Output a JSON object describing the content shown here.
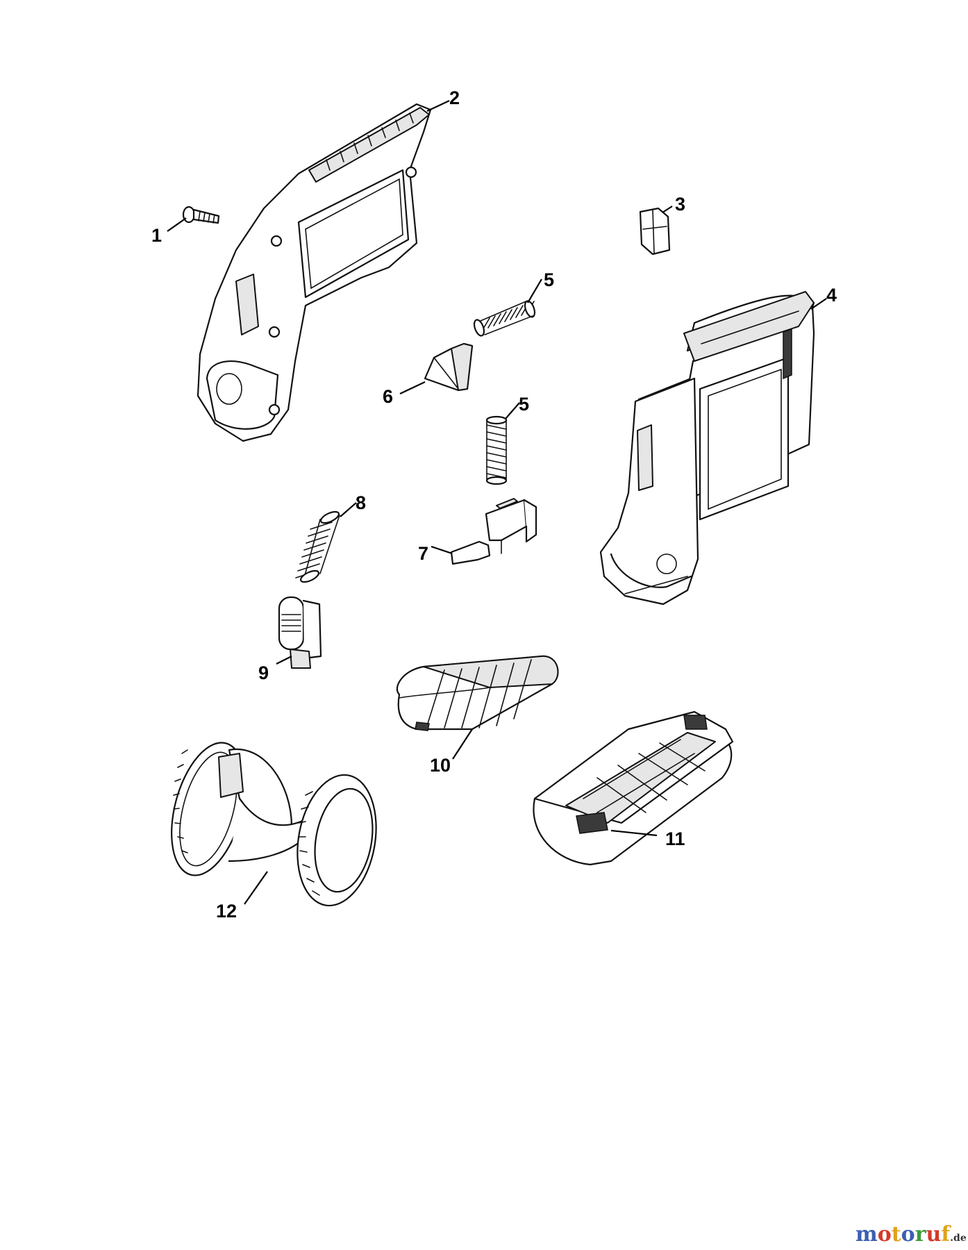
{
  "callouts": [
    "1",
    "2",
    "3",
    "4",
    "5",
    "5",
    "6",
    "7",
    "8",
    "9",
    "10",
    "11",
    "12"
  ],
  "watermark": {
    "letters": [
      "m",
      "o",
      "t",
      "o",
      "r",
      "u",
      "f"
    ],
    "letter_colors": [
      "#3b5fb0",
      "#d23a2a",
      "#e0a21a",
      "#3b5fb0",
      "#3a9a3a",
      "#d23a2a",
      "#e0a21a"
    ],
    "suffix": ".de"
  }
}
